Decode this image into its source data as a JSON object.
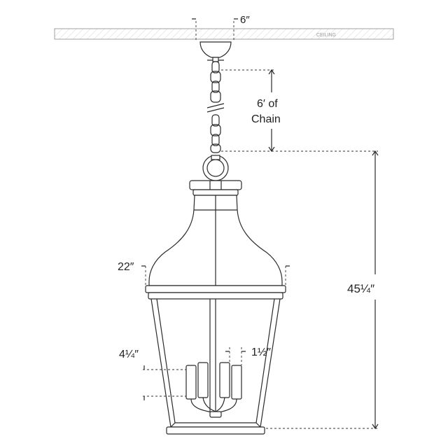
{
  "ceiling": {
    "label": "CEILING"
  },
  "dimensions": {
    "canopy_width": "6″",
    "chain_length_line1": "6′ of",
    "chain_length_line2": "Chain",
    "overall_width": "22″",
    "overall_height": "45¼″",
    "socket_height": "4¼″",
    "socket_width": "1½″"
  },
  "colors": {
    "line": "#2a2a2a",
    "ceiling_hatch": "#b5b5b5",
    "background": "#ffffff"
  }
}
